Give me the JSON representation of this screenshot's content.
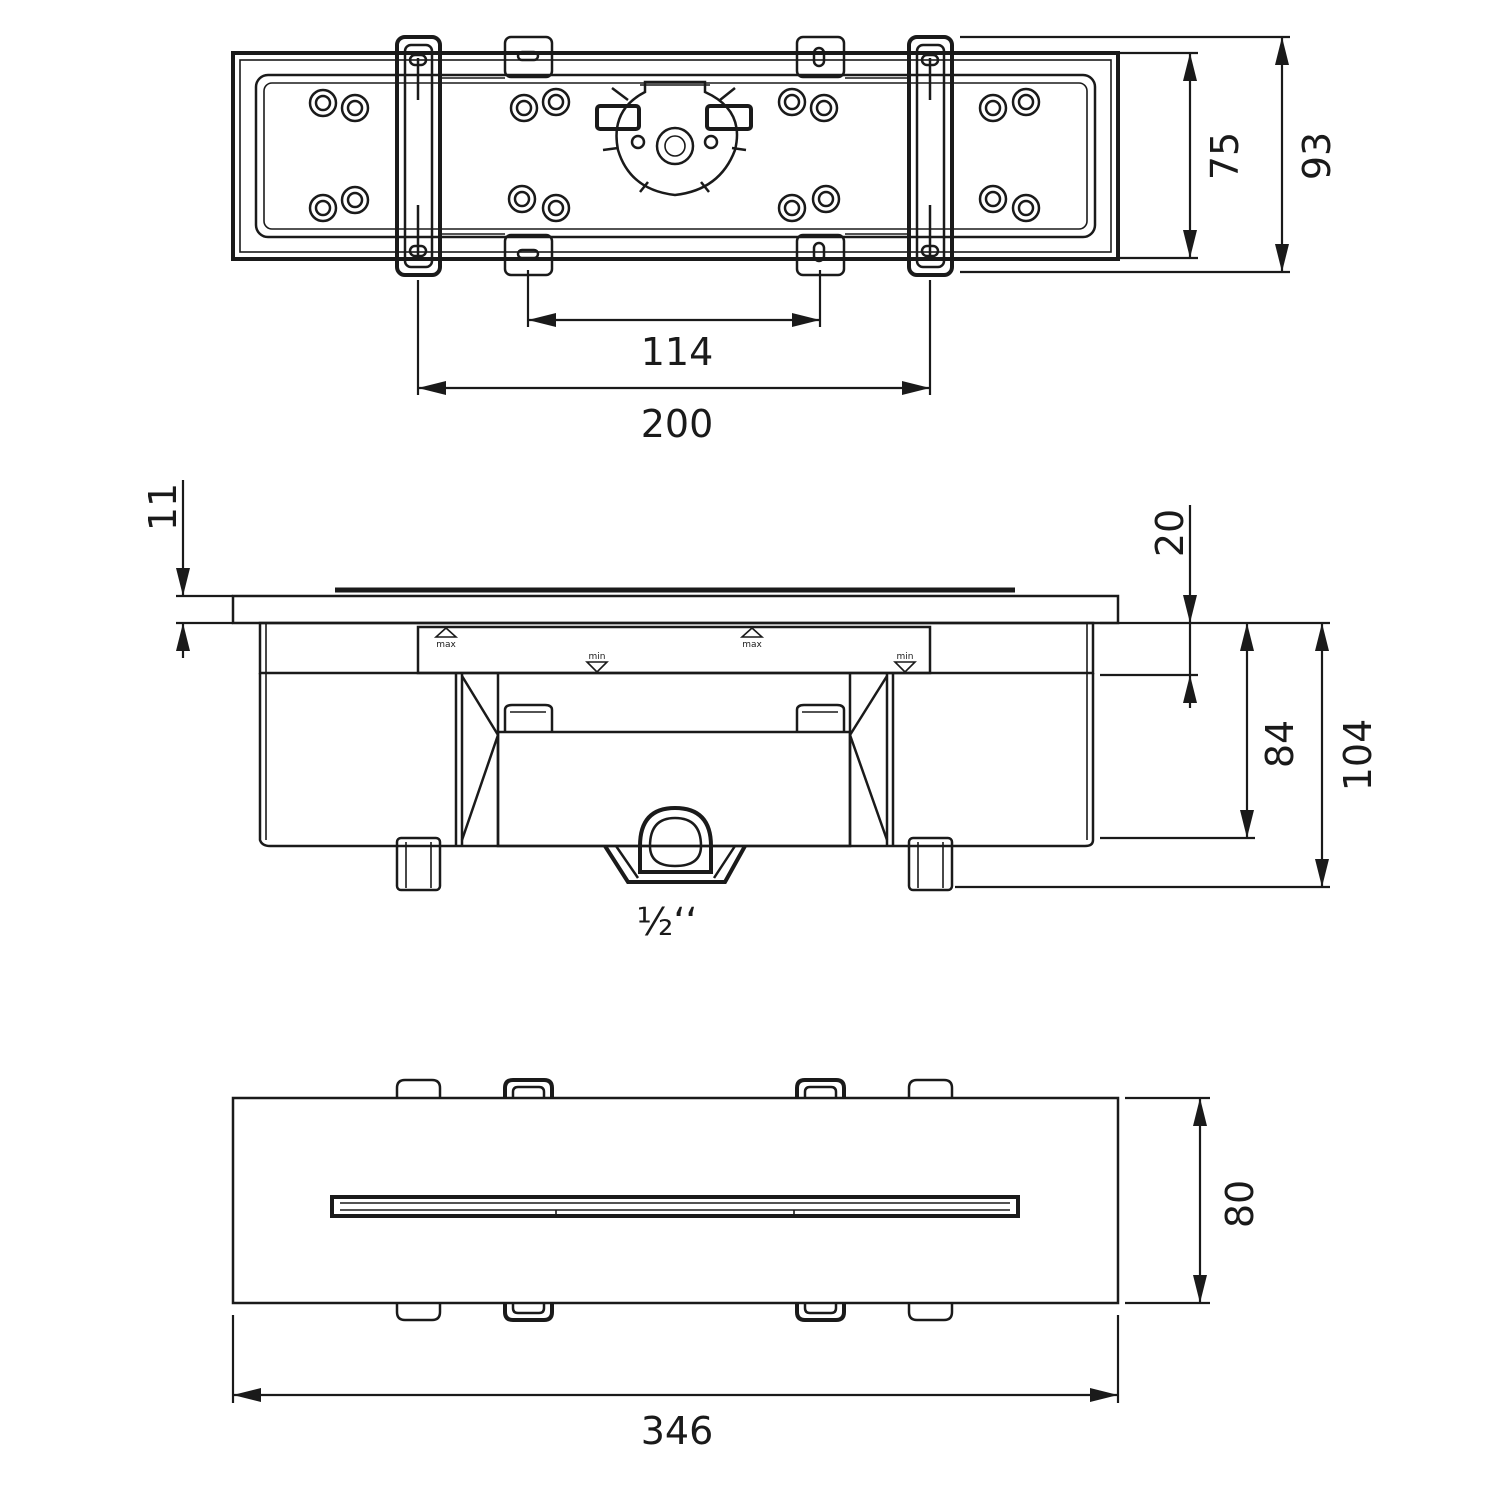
{
  "top_view": {
    "dim_inner_width": "114",
    "dim_outer_width": "200",
    "dim_inner_height": "75",
    "dim_outer_height": "93"
  },
  "side_view": {
    "dim_flange": "11",
    "dim_top_offset": "20",
    "dim_body_height": "84",
    "dim_total_height": "104",
    "outlet_size": "½‘‘",
    "marker_max": "max",
    "marker_min": "min"
  },
  "front_view": {
    "dim_height": "80",
    "dim_width": "346"
  }
}
